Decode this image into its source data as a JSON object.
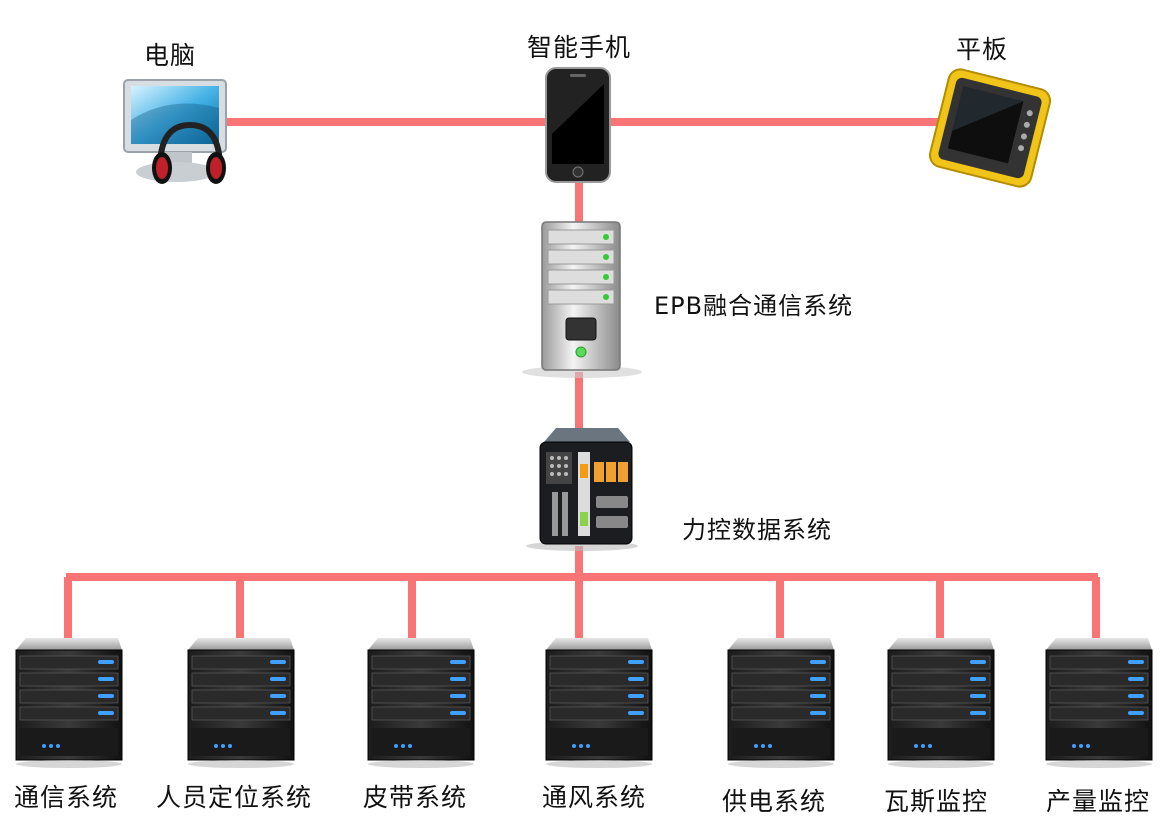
{
  "top": {
    "computer": "电脑",
    "phone": "智能手机",
    "tablet": "平板"
  },
  "middle": {
    "fusion": "EPB融合通信系统",
    "datacore": "力控数据系统"
  },
  "subsystems": [
    "通信系统",
    "人员定位系统",
    "皮带系统",
    "通风系统",
    "供电系统",
    "瓦斯监控",
    "产量监控"
  ],
  "colors": {
    "link": "#f86d6e",
    "accent_led": "#3fa0ff",
    "tablet_frame": "#f0c419"
  }
}
